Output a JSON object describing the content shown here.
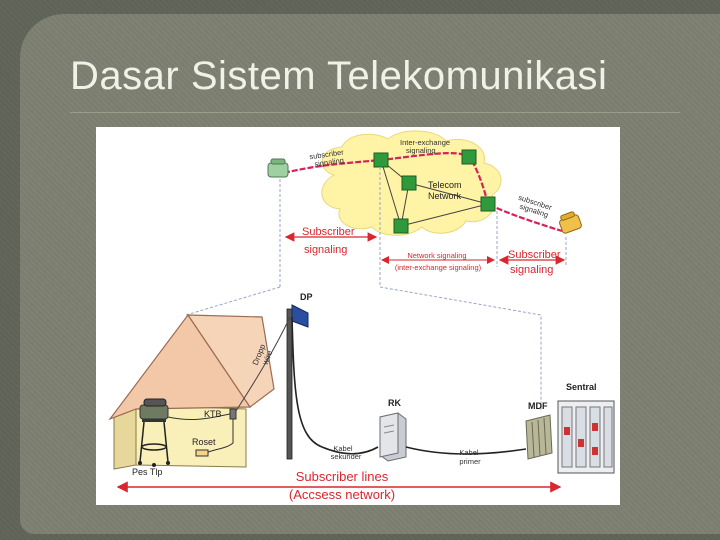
{
  "slide": {
    "title": "Dasar Sistem Telekomunikasi"
  },
  "diagram": {
    "labels": {
      "inter_exchange": [
        "Inter-exchange",
        "signaling"
      ],
      "telecom_network": [
        "Telecom",
        "Network"
      ],
      "subscriber_signaling_curve_left": [
        "subscriber",
        "signaling"
      ],
      "subscriber_signaling_curve_right": [
        "subscriber",
        "signaling"
      ],
      "subscriber_signaling_left": [
        "Subscriber",
        "signaling"
      ],
      "subscriber_signaling_right": [
        "Subscriber",
        "signaling"
      ],
      "network_signaling": [
        "Network signaling",
        "(inter-exchange signaling)"
      ],
      "dp": "DP",
      "drop_wire": [
        "Dropp",
        "wire"
      ],
      "rk": "RK",
      "mdf": "MDF",
      "sentral": "Sentral",
      "ktb": "KTB",
      "roset": "Roset",
      "pes_tlp": "Pes Tlp",
      "kabel_sekunder": [
        "Kabel",
        "sekunder"
      ],
      "kabel_primer": [
        "Kabel",
        "primer"
      ],
      "subscriber_lines": "Subscriber lines",
      "access_network": "(Accsess network)"
    },
    "colors": {
      "cloud": "#fff3a6",
      "node": "#2f9a3c",
      "signal_line": "#d8205a",
      "red_text": "#d9262f",
      "roof": "#f2c8a8",
      "wall": "#f9efb8",
      "dashed": "#9aa6c8"
    }
  }
}
